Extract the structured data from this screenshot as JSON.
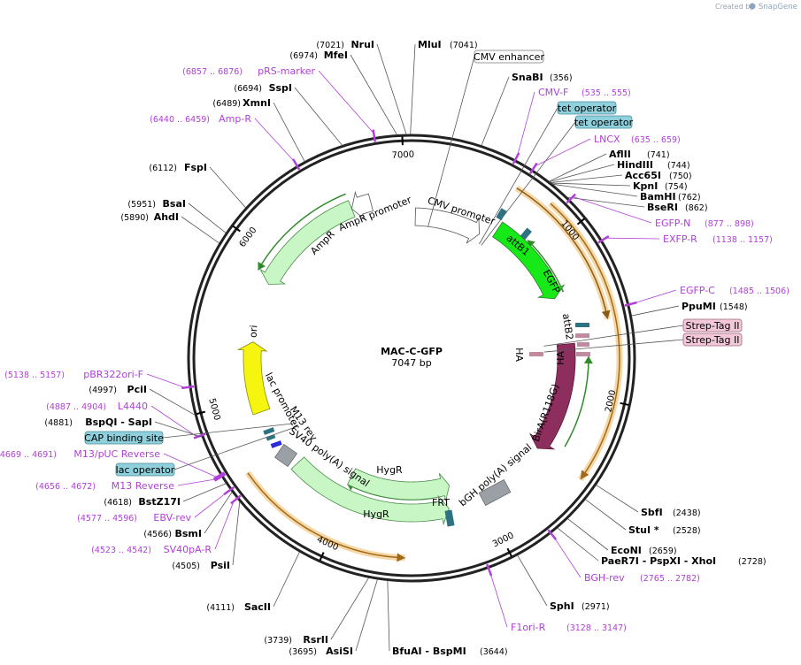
{
  "credit": {
    "text": "Created by",
    "brand": "SnapGene"
  },
  "plasmid": {
    "name": "MAC-C-GFP",
    "size": "7047 bp"
  },
  "ticks": [
    "1000",
    "2000",
    "3000",
    "4000",
    "5000",
    "6000",
    "7000"
  ],
  "colors": {
    "primer": "#b040d8",
    "green_feature": "#c8f7c5",
    "orange_arrow": "#f2a33a",
    "egfp": "#17e817",
    "birA": "#8d2e5e",
    "ori": "#f5f50f",
    "teal": "#2e7180",
    "pink": "#c08aa0",
    "terminator": "#9aa0a6"
  },
  "enzymes": [
    {
      "name": "NruI",
      "pos": "(7021)"
    },
    {
      "name": "MluI",
      "pos": "(7041)"
    },
    {
      "name": "MfeI",
      "pos": "(6974)"
    },
    {
      "name": "SnaBI",
      "pos": "(356)"
    },
    {
      "name": "SspI",
      "pos": "(6694)"
    },
    {
      "name": "XmnI",
      "pos": "(6489)"
    },
    {
      "name": "AflII",
      "pos": "(741)"
    },
    {
      "name": "HindIII",
      "pos": "(744)"
    },
    {
      "name": "Acc65I",
      "pos": "(750)"
    },
    {
      "name": "KpnI",
      "pos": "(754)"
    },
    {
      "name": "BamHI",
      "pos": "(762)"
    },
    {
      "name": "BseRI",
      "pos": "(862)"
    },
    {
      "name": "FspI",
      "pos": "(6112)"
    },
    {
      "name": "BsaI",
      "pos": "(5951)"
    },
    {
      "name": "AhdI",
      "pos": "(5890)"
    },
    {
      "name": "PpuMI",
      "pos": "(1548)"
    },
    {
      "name": "PciI",
      "pos": "(4997)"
    },
    {
      "name": "BspQI - SapI",
      "pos": "(4881)"
    },
    {
      "name": "BstZ17I",
      "pos": "(4618)"
    },
    {
      "name": "BsmI",
      "pos": "(4566)"
    },
    {
      "name": "PsiI",
      "pos": "(4505)"
    },
    {
      "name": "SbfI",
      "pos": "(2438)"
    },
    {
      "name": "StuI *",
      "pos": "(2528)"
    },
    {
      "name": "EcoNI",
      "pos": "(2659)"
    },
    {
      "name": "PaeR7I - PspXI - XhoI",
      "pos": "(2728)"
    },
    {
      "name": "SphI",
      "pos": "(2971)"
    },
    {
      "name": "SacII",
      "pos": "(4111)"
    },
    {
      "name": "RsrII",
      "pos": "(3739)"
    },
    {
      "name": "AsiSI",
      "pos": "(3695)"
    },
    {
      "name": "BfuAI - BspMI",
      "pos": "(3644)"
    }
  ],
  "primers": [
    {
      "name": "pRS-marker",
      "pos": "(6857 .. 6876)"
    },
    {
      "name": "Amp-R",
      "pos": "(6440 .. 6459)"
    },
    {
      "name": "CMV-F",
      "pos": "(535 .. 555)"
    },
    {
      "name": "LNCX",
      "pos": "(635 .. 659)"
    },
    {
      "name": "EGFP-N",
      "pos": "(877 .. 898)"
    },
    {
      "name": "EXFP-R",
      "pos": "(1138 .. 1157)"
    },
    {
      "name": "EGFP-C",
      "pos": "(1485 .. 1506)"
    },
    {
      "name": "pBR322ori-F",
      "pos": "(5138 .. 5157)"
    },
    {
      "name": "L4440",
      "pos": "(4887 .. 4904)"
    },
    {
      "name": "M13/pUC Reverse",
      "pos": "(4669 .. 4691)"
    },
    {
      "name": "M13 Reverse",
      "pos": "(4656 .. 4672)"
    },
    {
      "name": "EBV-rev",
      "pos": "(4577 .. 4596)"
    },
    {
      "name": "SV40pA-R",
      "pos": "(4523 .. 4542)"
    },
    {
      "name": "BGH-rev",
      "pos": "(2765 .. 2782)"
    },
    {
      "name": "F1ori-R",
      "pos": "(3128 .. 3147)"
    }
  ],
  "boxes": [
    {
      "label": "CMV enhancer"
    },
    {
      "label": "tet operator"
    },
    {
      "label": "tet operator"
    },
    {
      "label": "Strep-Tag II"
    },
    {
      "label": "Strep-Tag II"
    },
    {
      "label": "CAP binding site"
    },
    {
      "label": "lac operator"
    }
  ],
  "features": {
    "cmv_promoter": "CMV promoter",
    "attB1": "attB1",
    "egfp": "EGFP",
    "attB2": "attB2",
    "ha_left": "HA",
    "ha_right": "HA",
    "birA": "BirA(R118G)",
    "bgh": "bGH poly(A) signal",
    "frt": "FRT",
    "hygr1": "HygR",
    "hygr2": "HygR",
    "sv40": "SV40 poly(A) signal",
    "m13rev": "M13 rev",
    "lacprom": "lac promoter",
    "ori": "ori",
    "ampr": "AmpR",
    "ampr_prom": "AmpR promoter"
  }
}
